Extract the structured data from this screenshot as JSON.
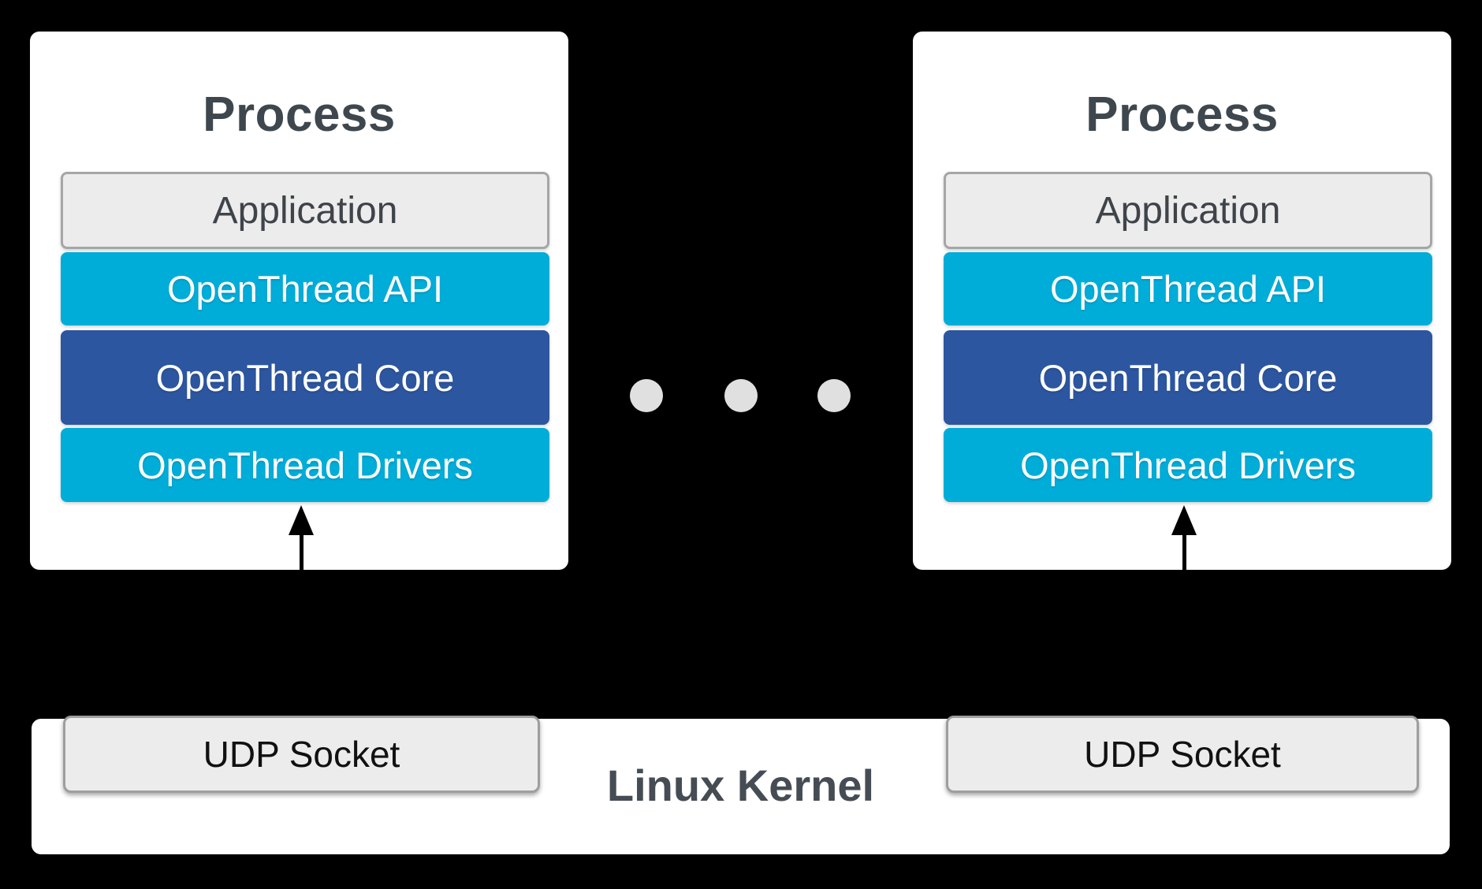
{
  "processes": [
    {
      "title": "Process",
      "layers": [
        {
          "label": "Application"
        },
        {
          "label": "OpenThread API"
        },
        {
          "label": "OpenThread Core"
        },
        {
          "label": "OpenThread Drivers"
        }
      ]
    },
    {
      "title": "Process",
      "layers": [
        {
          "label": "Application"
        },
        {
          "label": "OpenThread API"
        },
        {
          "label": "OpenThread Core"
        },
        {
          "label": "OpenThread Drivers"
        }
      ]
    }
  ],
  "ellipsis": {
    "dot_count": 3
  },
  "kernel": {
    "title": "Linux Kernel",
    "sockets": [
      {
        "label": "UDP Socket"
      },
      {
        "label": "UDP Socket"
      }
    ]
  },
  "colors": {
    "background": "#000000",
    "panel": "#ffffff",
    "title_text": "#3f474e",
    "layer_cyan": "#00add9",
    "layer_blue": "#2d56a0",
    "light_fill": "#ececec",
    "light_border": "#a6a6a6",
    "layer_text_white": "#ffffff",
    "udp_text": "#111111",
    "dot": "#e0e0e0",
    "arrow": "#000000"
  }
}
